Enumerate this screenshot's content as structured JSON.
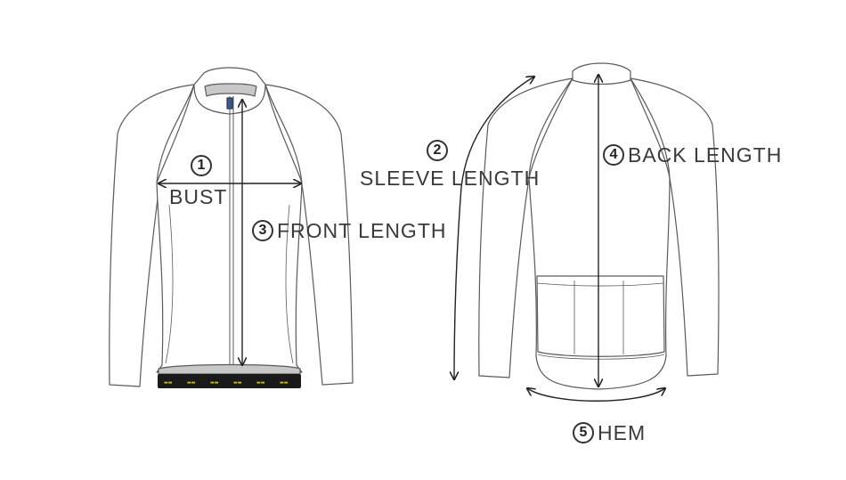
{
  "measurements": {
    "bust": {
      "number": "1",
      "label": "BUST"
    },
    "sleeve": {
      "number": "2",
      "label": "SLEEVE LENGTH"
    },
    "front": {
      "number": "3",
      "label": "FRONT LENGTH"
    },
    "back": {
      "number": "4",
      "label": "BACK LENGTH"
    },
    "hem": {
      "number": "5",
      "label": "HEM"
    }
  },
  "colors": {
    "outline": "#5a5a5a",
    "arrow": "#222222",
    "lining": "#c8c8c8",
    "band": "#1a1a1a",
    "band_text": "#d8c200"
  }
}
